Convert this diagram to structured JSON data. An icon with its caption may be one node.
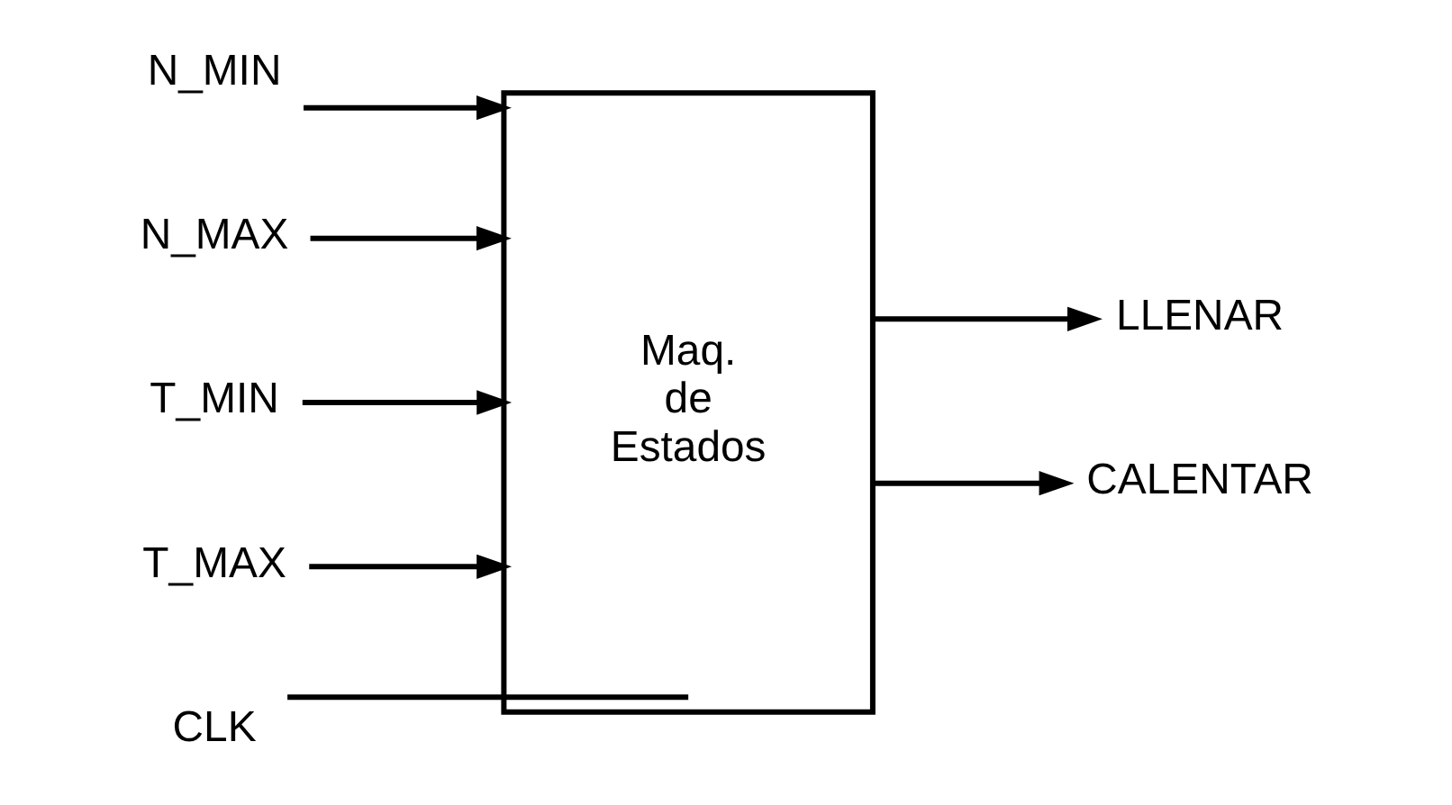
{
  "diagram": {
    "nodes": [
      {
        "text": [
          "N_MIN"
        ]
      },
      {
        "text": [
          "N_MAX"
        ]
      },
      {
        "text": [
          "T_MIN"
        ]
      },
      {
        "text": [
          "T_MAX"
        ]
      },
      {
        "text": [
          "Maq. de Estados"
        ]
      },
      {
        "text": [
          "LLENAR"
        ]
      },
      {
        "text": [
          "CALENTAR"
        ]
      },
      {
        "text": [
          "CLK"
        ]
      }
    ],
    "edges": [
      {
        "from": 0,
        "to": 4,
        "arrow": "to"
      },
      {
        "from": 1,
        "to": 4,
        "arrow": "to"
      },
      {
        "from": 2,
        "to": 4,
        "arrow": "to"
      },
      {
        "from": 3,
        "to": 4,
        "arrow": "to"
      },
      {
        "from": 4,
        "to": 5,
        "arrow": "to"
      },
      {
        "from": 4,
        "to": 6,
        "arrow": "to"
      },
      {
        "from": 7,
        "to": 4,
        "arrow": "none"
      }
    ]
  }
}
